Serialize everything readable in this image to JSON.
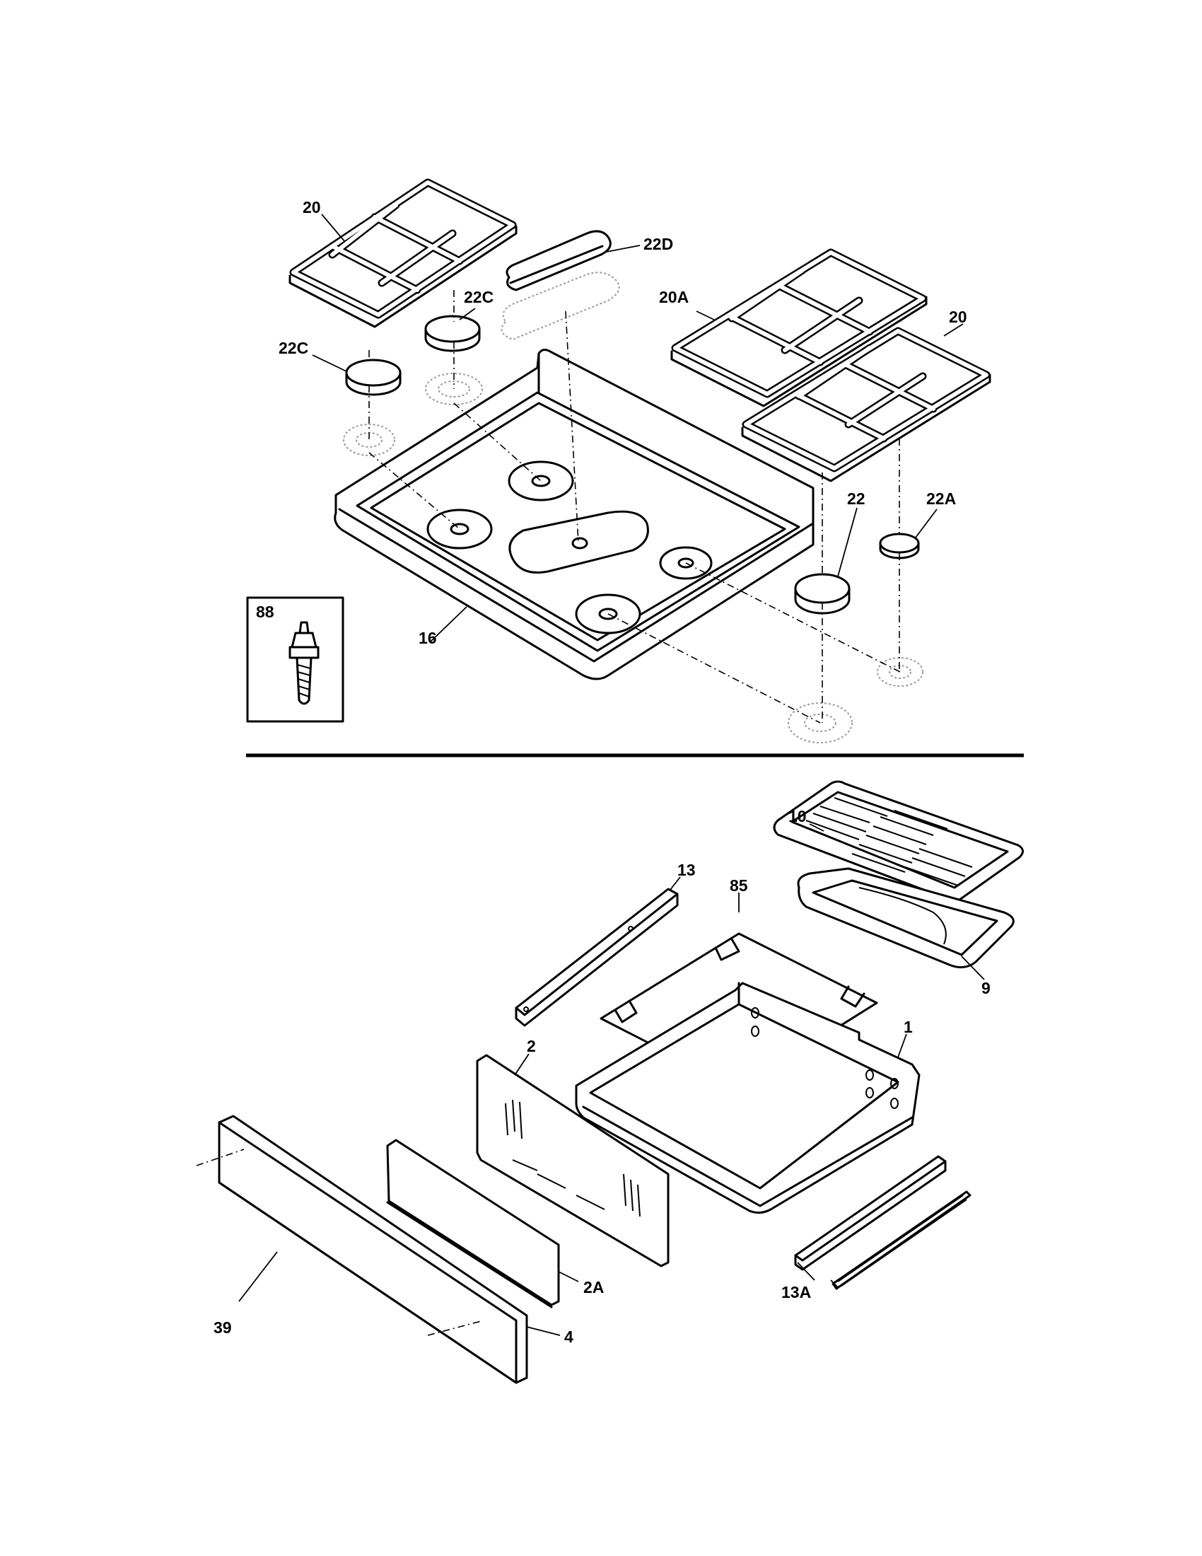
{
  "diagram": {
    "parts": {
      "p20_left": "20",
      "p22d": "22D",
      "p22c_upper": "22C",
      "p22c_lower": "22C",
      "p20a": "20A",
      "p20_right": "20",
      "p22": "22",
      "p22a": "22A",
      "p88": "88",
      "p16": "16",
      "p10": "10",
      "p13": "13",
      "p85": "85",
      "p9": "9",
      "p2": "2",
      "p1": "1",
      "p2a": "2A",
      "p13a": "13A",
      "p39": "39",
      "p4": "4"
    }
  }
}
